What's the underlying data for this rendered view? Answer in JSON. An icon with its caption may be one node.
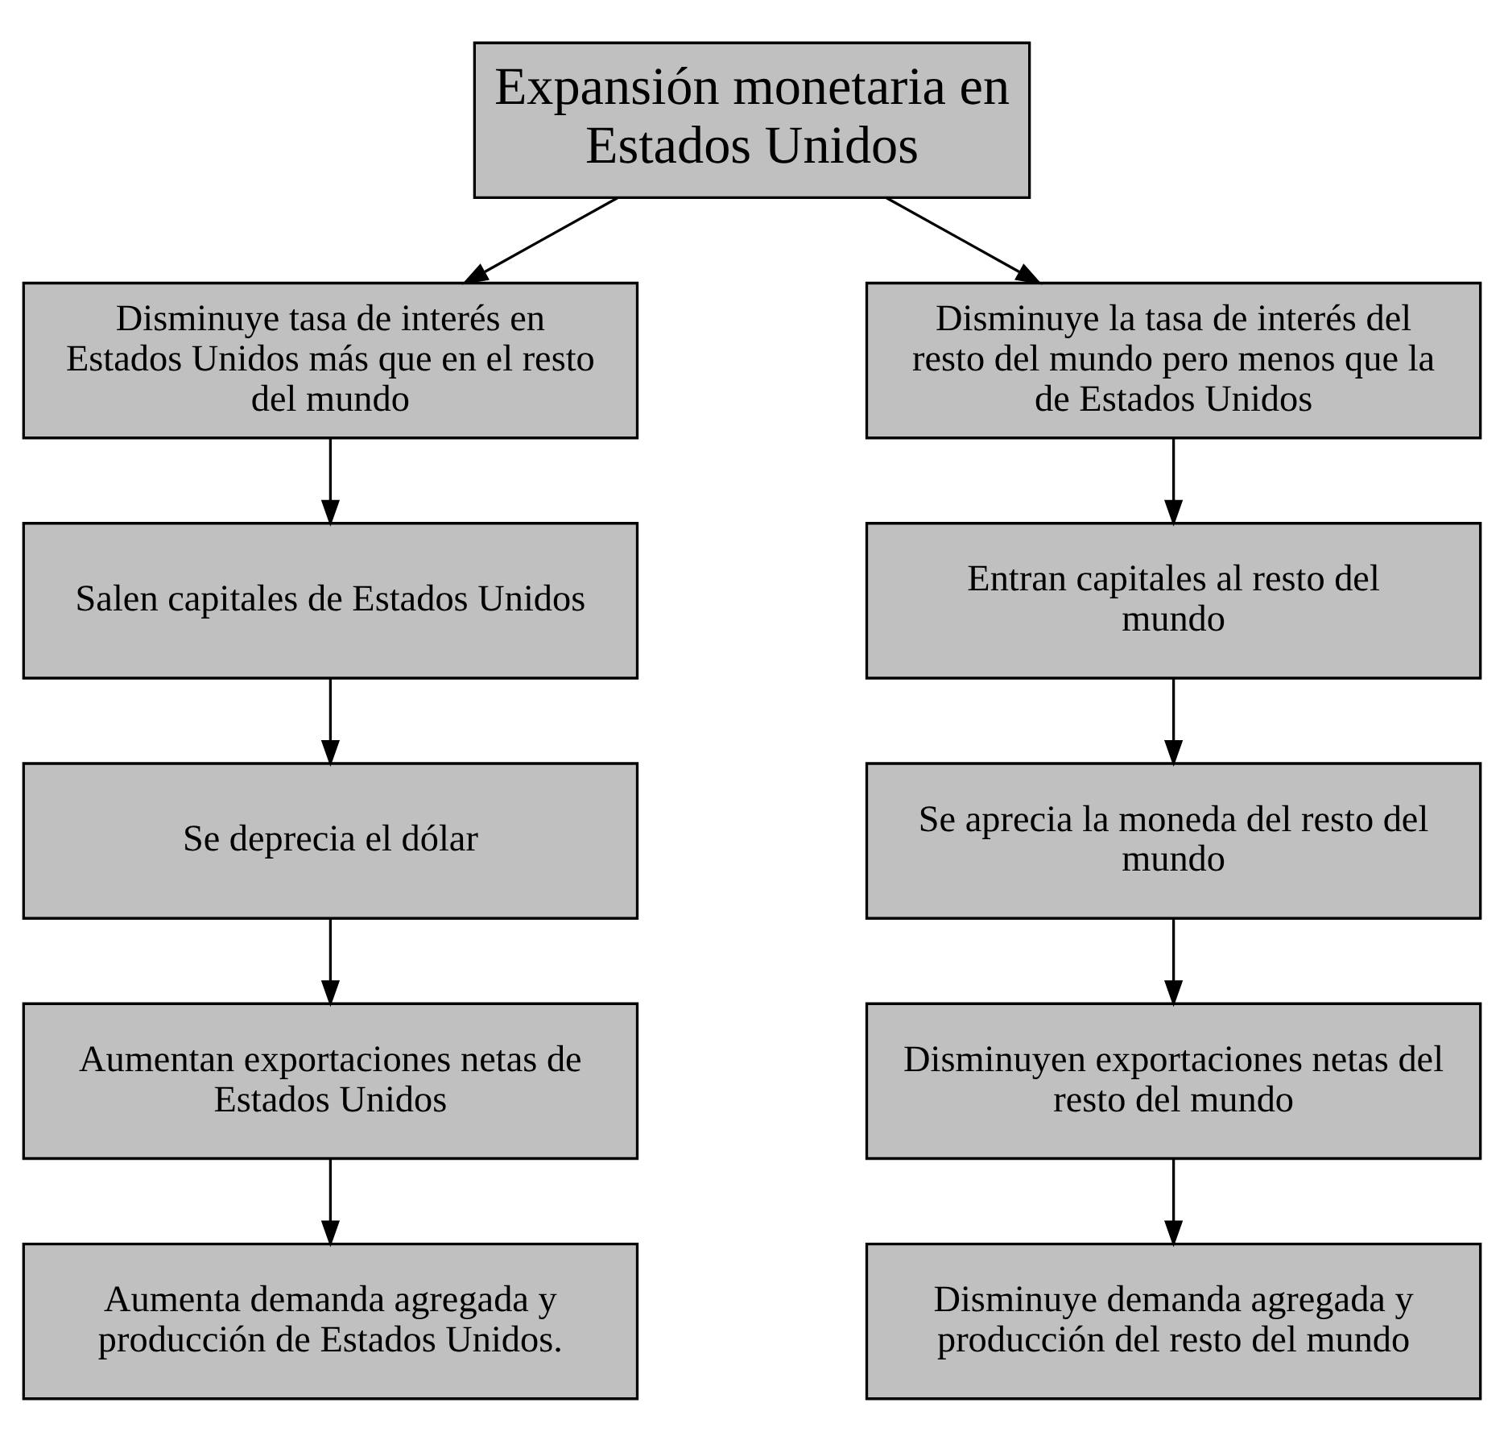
{
  "diagram": {
    "nodes": [
      {
        "text": [
          "Expansión monetaria en Estados Unidos"
        ]
      },
      {
        "text": [
          "Disminuye tasa de interés en Estados Unidos más que en el resto del mundo"
        ]
      },
      {
        "text": [
          "Disminuye la tasa de interés del resto del mundo pero menos que la de Estados Unidos"
        ]
      },
      {
        "text": [
          "Salen capitales de Estados Unidos"
        ]
      },
      {
        "text": [
          "Entran capitales al resto del mundo"
        ]
      },
      {
        "text": [
          "Se deprecia el dólar"
        ]
      },
      {
        "text": [
          "Se aprecia la moneda del resto del mundo"
        ]
      },
      {
        "text": [
          "Aumentan exportaciones netas de Estados Unidos"
        ]
      },
      {
        "text": [
          "Disminuyen exportaciones netas del resto del mundo"
        ]
      },
      {
        "text": [
          "Aumenta demanda agregada y producción de Estados Unidos."
        ]
      },
      {
        "text": [
          "Disminuye demanda agregada y producción del resto del mundo"
        ]
      }
    ],
    "edges": [
      {
        "from": 0,
        "to": 1,
        "arrow": "to"
      },
      {
        "from": 0,
        "to": 2,
        "arrow": "to"
      },
      {
        "from": 1,
        "to": 3,
        "arrow": "to"
      },
      {
        "from": 3,
        "to": 5,
        "arrow": "to"
      },
      {
        "from": 5,
        "to": 7,
        "arrow": "to"
      },
      {
        "from": 7,
        "to": 9,
        "arrow": "to"
      },
      {
        "from": 2,
        "to": 4,
        "arrow": "to"
      },
      {
        "from": 4,
        "to": 6,
        "arrow": "to"
      },
      {
        "from": 6,
        "to": 8,
        "arrow": "to"
      },
      {
        "from": 8,
        "to": 10,
        "arrow": "to"
      }
    ]
  }
}
